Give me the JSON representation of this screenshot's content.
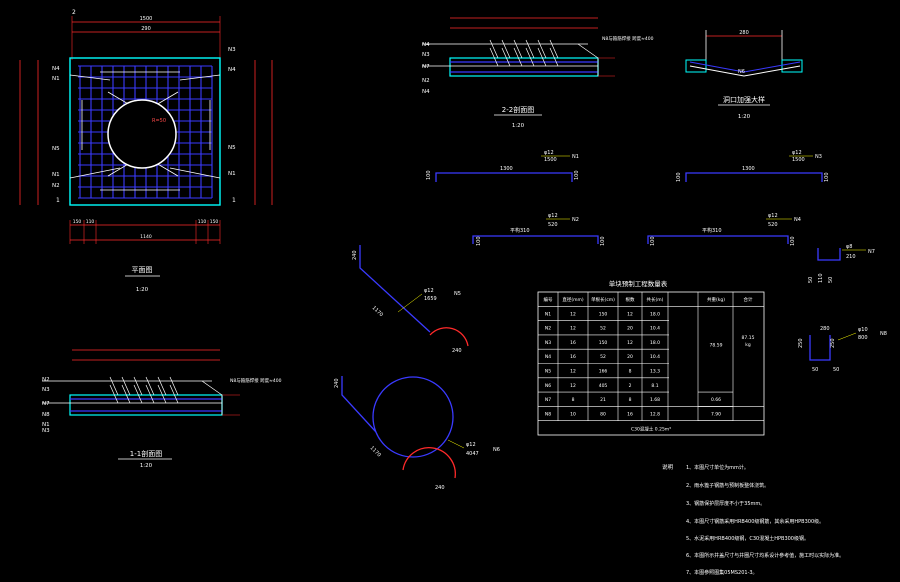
{
  "colors": {
    "background": "#000000",
    "rebar": "#3a3aff",
    "frame": "#00ffff",
    "dim": "#ff2a2a",
    "text": "#ffffff",
    "leader": "#ffff00",
    "label": "#00ff00"
  },
  "plan": {
    "title": "平面图",
    "scale": "1:20",
    "section_mark_top": "2",
    "section_mark_left": "1",
    "section_mark_right": "1",
    "top_dims": [
      "1500",
      "290"
    ],
    "bottom_dims": [
      "150",
      "110",
      "1140",
      "110",
      "150"
    ],
    "radius_label": "R=50",
    "labels_left": [
      "N4",
      "N1",
      "N5",
      "N1",
      "N2"
    ],
    "labels_right": [
      "N3",
      "N4",
      "N5",
      "N1"
    ]
  },
  "section11": {
    "title": "1-1剖面图",
    "scale": "1:20",
    "labels_left": [
      "N2",
      "N3",
      "N7",
      "N8",
      "N1",
      "N3"
    ],
    "note": "N8与箍筋焊接 跨度≈400"
  },
  "section22": {
    "title": "2-2剖面图",
    "scale": "1:20",
    "labels_left": [
      "N4",
      "N3",
      "N7",
      "N2",
      "N4"
    ],
    "note": "N8与箍筋焊接 跨度≈400"
  },
  "detail_mouth": {
    "title": "洞口加强大样",
    "scale": "1:20",
    "dim": "280",
    "label": "N6"
  },
  "bars": [
    {
      "id": "N1",
      "dia": "φ12",
      "len": "1500",
      "span": "1300",
      "hook": "100"
    },
    {
      "id": "N3",
      "dia": "φ12",
      "len": "1500",
      "span": "1300",
      "hook": "100"
    },
    {
      "id": "N2",
      "dia": "φ12",
      "len": "520",
      "span": "平构310",
      "hook": "100"
    },
    {
      "id": "N4",
      "dia": "φ12",
      "len": "520",
      "span": "平构310",
      "hook": "100"
    },
    {
      "id": "N5",
      "dia": "φ12",
      "len": "1659",
      "a": "240",
      "b": "1170",
      "c": "240"
    },
    {
      "id": "N6",
      "dia": "φ12",
      "len": "4047",
      "a": "240",
      "b": "1170",
      "c": "240"
    },
    {
      "id": "N7",
      "dia": "φ8",
      "len": "210",
      "a": "50",
      "b": "110",
      "c": "50"
    },
    {
      "id": "N8",
      "dia": "φ10",
      "len": "800",
      "a": "280",
      "b": "250",
      "c": "50",
      "d": "50"
    }
  ],
  "table": {
    "title": "单块预制工程数量表",
    "headers": [
      "编号",
      "直径(mm)",
      "单根长(cm)",
      "根数",
      "共长(m)",
      "共重(kg)",
      "合计"
    ],
    "rows": [
      [
        "N1",
        "12",
        "150",
        "12",
        "18.0",
        "",
        ""
      ],
      [
        "N2",
        "12",
        "52",
        "20",
        "10.4",
        "",
        ""
      ],
      [
        "N3",
        "16",
        "150",
        "12",
        "18.0",
        "",
        ""
      ],
      [
        "N4",
        "16",
        "52",
        "20",
        "10.4",
        "",
        ""
      ],
      [
        "N5",
        "12",
        "166",
        "8",
        "13.3",
        "",
        ""
      ],
      [
        "N6",
        "12",
        "405",
        "2",
        "8.1",
        "",
        ""
      ],
      [
        "N7",
        "8",
        "21",
        "8",
        "1.68",
        "",
        ""
      ],
      [
        "N8",
        "10",
        "80",
        "16",
        "12.8",
        "",
        ""
      ]
    ],
    "merged_weight": "78.59",
    "n7_weight": "0.66",
    "n8_weight": "7.90",
    "total": "87.15",
    "total_unit": "kg",
    "concrete": "C30混凝土  0.25m³"
  },
  "notes": {
    "heading": "说明",
    "items": [
      "1、本图尺寸单位为mm计。",
      "2、雨水篦子钢筋与预制板整体浇筑。",
      "3、钢筋保护层厚度不小于35mm。",
      "4、本图尺寸钢筋采用HRB400级钢筋，其余采用HPB300级。",
      "5、水泥采用HRB400级钢，C30混凝土HPB300级钢。",
      "6、本图所示井盖尺寸与井圈尺寸均系设计参考值，施工时以实际为准。",
      "7、本图参照图集05MS201-3。"
    ]
  }
}
